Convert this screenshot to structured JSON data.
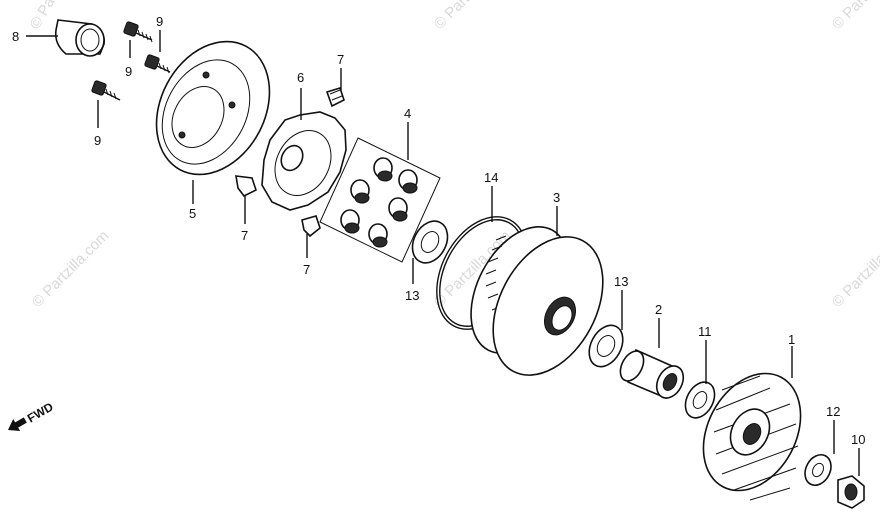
{
  "watermark": {
    "text": "© Partzilla.com",
    "corner_text": "© Pa"
  },
  "direction": {
    "text": "FWD"
  },
  "callouts": [
    {
      "id": "8",
      "text": "8"
    },
    {
      "id": "9a",
      "text": "9"
    },
    {
      "id": "9b",
      "text": "9"
    },
    {
      "id": "9c",
      "text": "9"
    },
    {
      "id": "5",
      "text": "5"
    },
    {
      "id": "6",
      "text": "6"
    },
    {
      "id": "7a",
      "text": "7"
    },
    {
      "id": "7b",
      "text": "7"
    },
    {
      "id": "7c",
      "text": "7"
    },
    {
      "id": "4",
      "text": "4"
    },
    {
      "id": "13a",
      "text": "13"
    },
    {
      "id": "14",
      "text": "14"
    },
    {
      "id": "3",
      "text": "3"
    },
    {
      "id": "13b",
      "text": "13"
    },
    {
      "id": "2",
      "text": "2"
    },
    {
      "id": "11",
      "text": "11"
    },
    {
      "id": "1",
      "text": "1"
    },
    {
      "id": "12",
      "text": "12"
    },
    {
      "id": "10",
      "text": "10"
    }
  ]
}
